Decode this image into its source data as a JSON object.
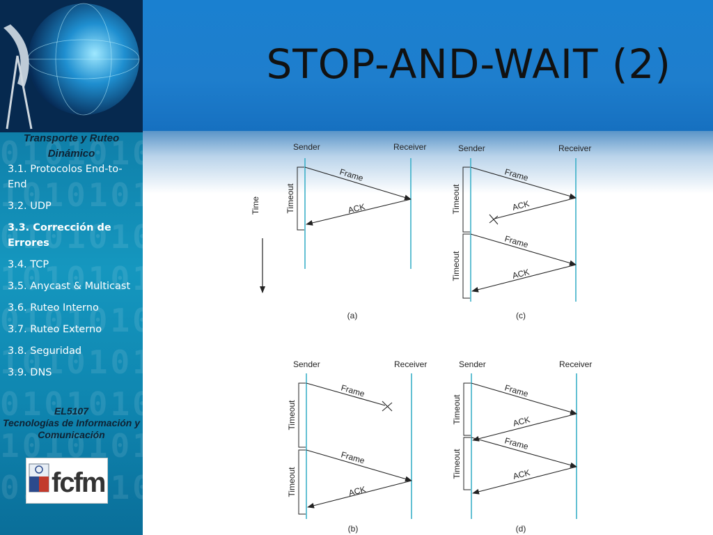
{
  "slide": {
    "title": "STOP-AND-WAIT (2)",
    "sidebar_title": "Transporte y Ruteo Dinámico",
    "menu": [
      {
        "label": "3.1.  Protocolos End-to-End",
        "active": false
      },
      {
        "label": "3.2. UDP",
        "active": false
      },
      {
        "label": "3.3. Corrección de Errores",
        "active": true
      },
      {
        "label": "3.4.  TCP",
        "active": false
      },
      {
        "label": "3.5.  Anycast & Multicast",
        "active": false
      },
      {
        "label": "3.6. Ruteo Interno",
        "active": false
      },
      {
        "label": "3.7. Ruteo Externo",
        "active": false
      },
      {
        "label": "3.8. Seguridad",
        "active": false
      },
      {
        "label": "3.9. DNS",
        "active": false
      }
    ],
    "course_code": "EL5107",
    "course_name": "Tecnologías de Información  y Comunicación",
    "logo_text": "fcfm"
  },
  "diagram": {
    "sender_label": "Sender",
    "receiver_label": "Receiver",
    "time_label": "Time",
    "frame_label": "Frame",
    "ack_label": "ACK",
    "timeout_label": "Timeout",
    "panels": [
      {
        "caption": "(a)"
      },
      {
        "caption": "(c)"
      },
      {
        "caption": "(b)"
      },
      {
        "caption": "(d)"
      }
    ]
  }
}
